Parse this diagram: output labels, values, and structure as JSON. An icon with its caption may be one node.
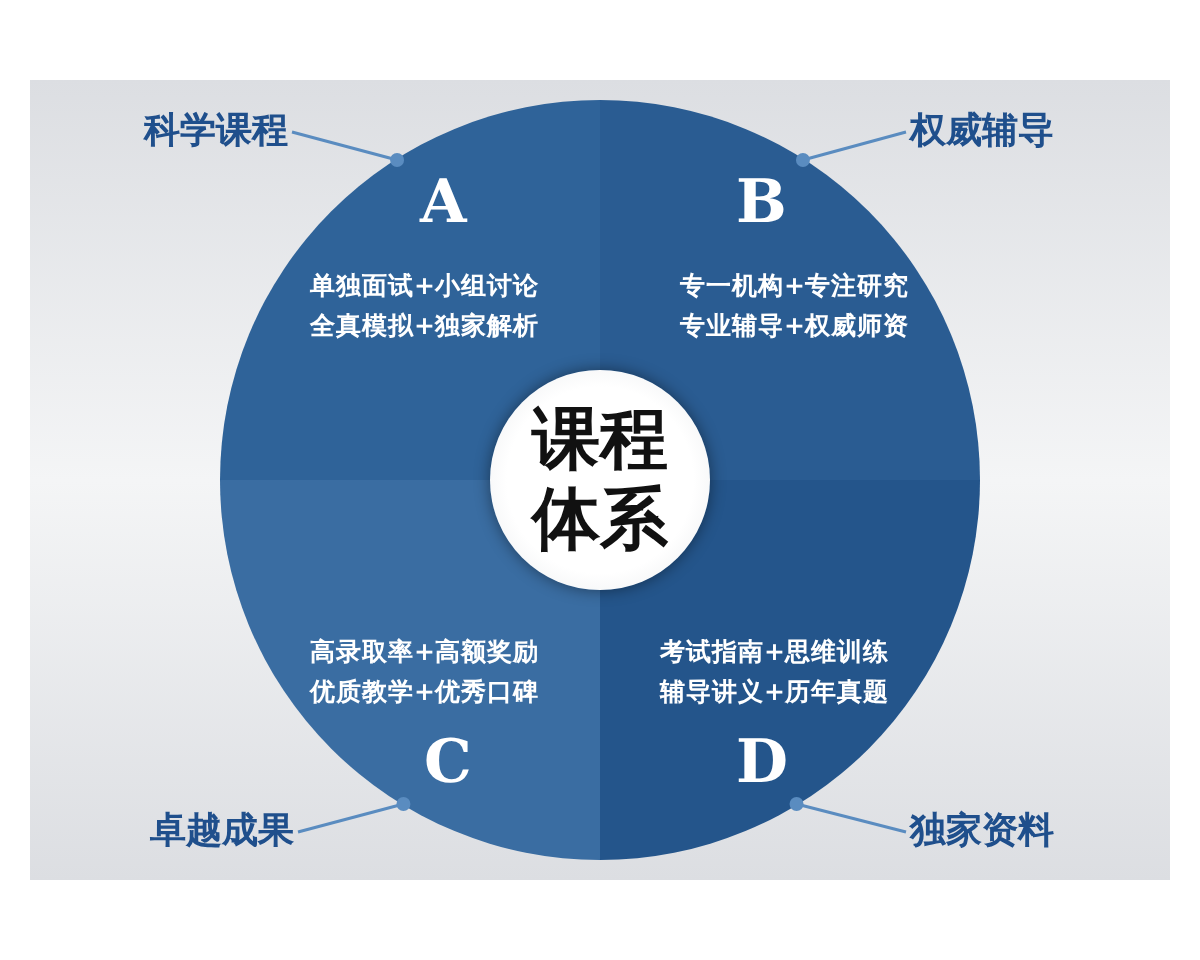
{
  "diagram": {
    "nodes": [
      {
        "text": [
          "课程体系"
        ]
      },
      {
        "text": [
          "A",
          "单独面试+小组讨论",
          "全真模拟+独家解析"
        ]
      },
      {
        "text": [
          "B",
          "专一机构+专注研究",
          "专业辅导+权威师资"
        ]
      },
      {
        "text": [
          "高录取率+高额奖励",
          "优质教学+优秀口碑",
          "C"
        ]
      },
      {
        "text": [
          "考试指南+思维训练",
          "辅导讲义+历年真题",
          "D"
        ]
      },
      {
        "text": [
          "科学课程"
        ]
      },
      {
        "text": [
          "权威辅导"
        ]
      },
      {
        "text": [
          "卓越成果"
        ]
      },
      {
        "text": [
          "独家资料"
        ]
      }
    ],
    "edges": [
      {
        "from": 5,
        "to": 1,
        "arrow": "other"
      },
      {
        "from": 6,
        "to": 2,
        "arrow": "other"
      },
      {
        "from": 7,
        "to": 3,
        "arrow": "other"
      },
      {
        "from": 8,
        "to": 4,
        "arrow": "other"
      }
    ]
  }
}
